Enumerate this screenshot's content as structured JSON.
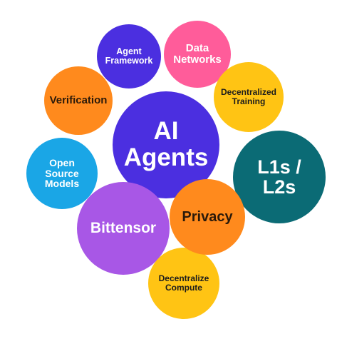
{
  "nodes": {
    "agent_framework": {
      "label": "Agent\nFramework",
      "color": "#4b2fe0"
    },
    "data_networks": {
      "label": "Data\nNetworks",
      "color": "#ff5c9a"
    },
    "verification": {
      "label": "Verification",
      "color": "#ff8a1d"
    },
    "decentralized_training": {
      "label": "Decentralized\nTraining",
      "color": "#ffc414"
    },
    "ai_agents": {
      "label": "AI\nAgents",
      "color": "#4b2fe0"
    },
    "open_source_models": {
      "label": "Open\nSource\nModels",
      "color": "#1aa6e6"
    },
    "l1s_l2s": {
      "label": "L1s /\nL2s",
      "color": "#0b6b75"
    },
    "bittensor": {
      "label": "Bittensor",
      "color": "#a857e6"
    },
    "privacy": {
      "label": "Privacy",
      "color": "#ff8a1d"
    },
    "decentralize_compute": {
      "label": "Decentralize\nCompute",
      "color": "#ffc414"
    }
  }
}
